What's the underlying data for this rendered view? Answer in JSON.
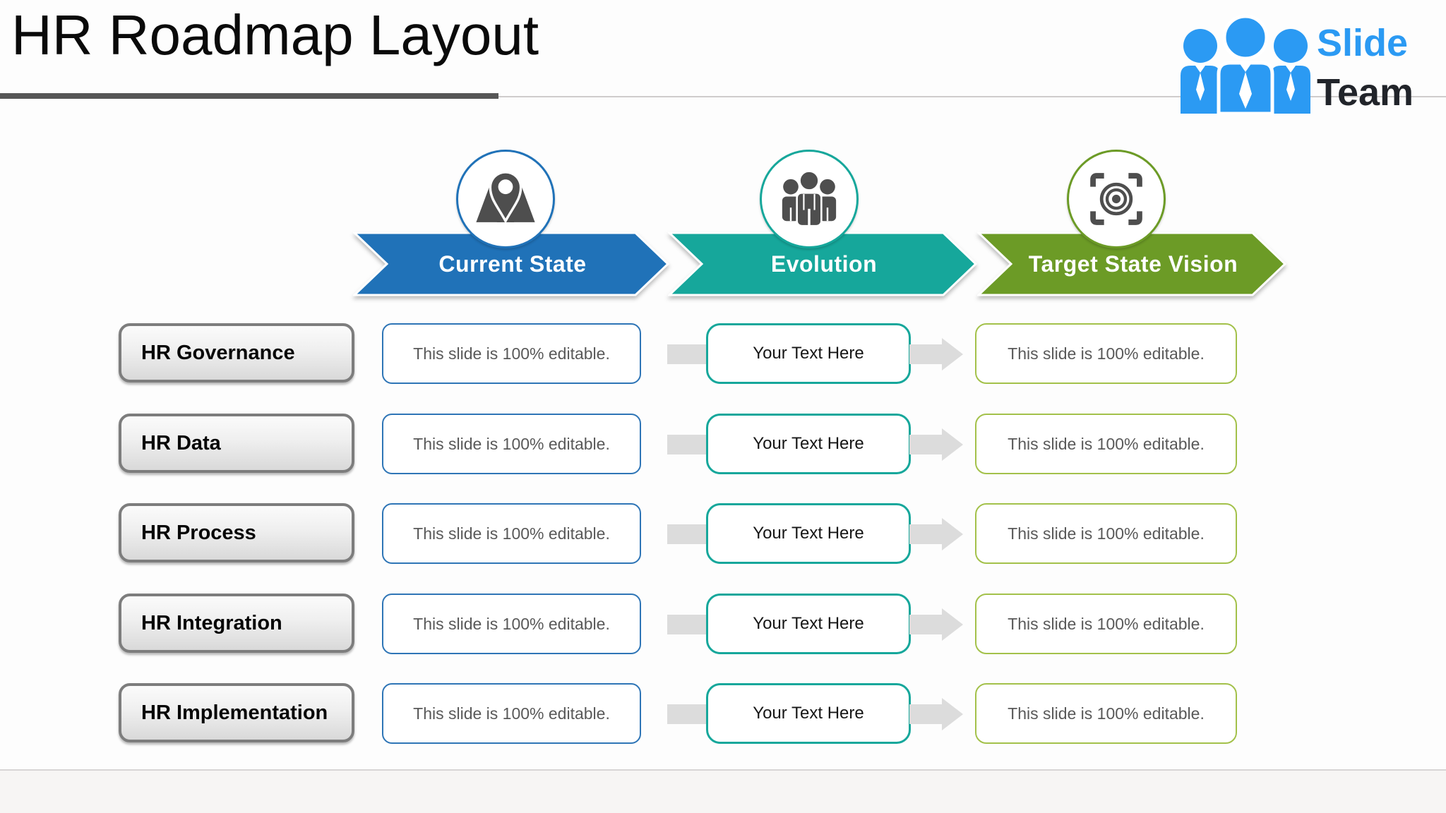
{
  "page": {
    "title": "HR Roadmap Layout"
  },
  "logo": {
    "slide": "Slide",
    "team": "Team"
  },
  "columns": [
    {
      "label": "Current State",
      "color": "#2072b8",
      "icon": "location-pin-person-icon"
    },
    {
      "label": "Evolution",
      "color": "#16a79b",
      "icon": "people-group-icon"
    },
    {
      "label": "Target State Vision",
      "color": "#6c9b26",
      "icon": "focus-target-icon"
    }
  ],
  "rows": [
    {
      "category": "HR Governance",
      "current": "This slide is 100% editable.",
      "evolution": "Your Text Here",
      "target": "This slide is 100% editable."
    },
    {
      "category": "HR Data",
      "current": "This slide is 100% editable.",
      "evolution": "Your Text Here",
      "target": "This slide is 100% editable."
    },
    {
      "category": "HR Process",
      "current": "This slide is 100% editable.",
      "evolution": "Your Text Here",
      "target": "This slide is 100% editable."
    },
    {
      "category": "HR Integration",
      "current": "This slide is 100% editable.",
      "evolution": "Your Text Here",
      "target": "This slide is 100% editable."
    },
    {
      "category": "HR Implementation",
      "current": "This slide is 100% editable.",
      "evolution": "Your Text Here",
      "target": "This slide is 100% editable."
    }
  ],
  "colors": {
    "arrow_blue": "#2072b8",
    "arrow_teal": "#16a79b",
    "arrow_green": "#6c9b26",
    "box_border_blue": "#2e75b6",
    "box_border_teal": "#16a79b",
    "box_border_green": "#a3c14a",
    "connector_gray": "#dcdcdc",
    "icon_gray": "#4e4e4e",
    "logo_blue": "#2b9af3"
  }
}
